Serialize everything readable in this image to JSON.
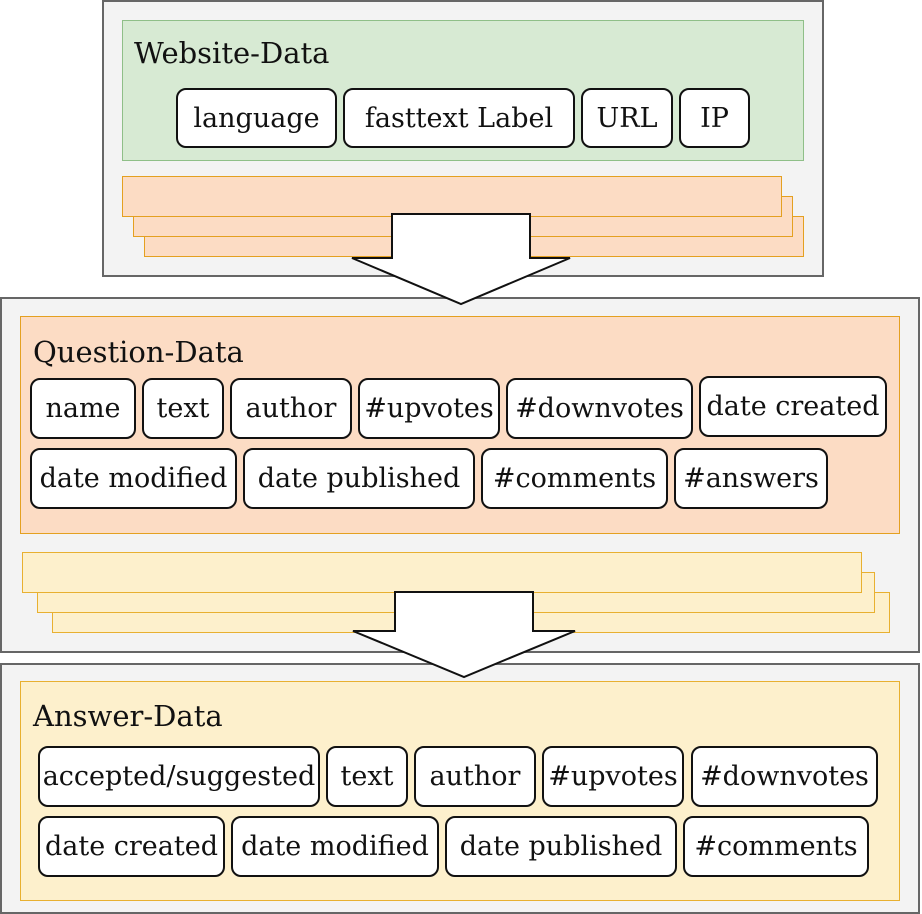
{
  "website": {
    "title": "Website-Data",
    "fields": [
      "language",
      "fasttext Label",
      "URL",
      "IP"
    ]
  },
  "question": {
    "title": "Question-Data",
    "fields": [
      "name",
      "text",
      "author",
      "#upvotes",
      "#downvotes",
      "date created",
      "date modified",
      "date published",
      "#comments",
      "#answers"
    ]
  },
  "answer": {
    "title": "Answer-Data",
    "fields": [
      "accepted/suggested",
      "text",
      "author",
      "#upvotes",
      "#downvotes",
      "date created",
      "date modified",
      "date published",
      "#comments"
    ]
  },
  "colors": {
    "website_fill": "#d7ead3",
    "website_border": "#8fbf88",
    "question_fill": "#fcdcc4",
    "question_border": "#e4a020",
    "answer_fill": "#fdf0cc",
    "answer_border": "#e8b030",
    "outer_fill": "#f3f3f3",
    "outer_border": "#666666"
  }
}
